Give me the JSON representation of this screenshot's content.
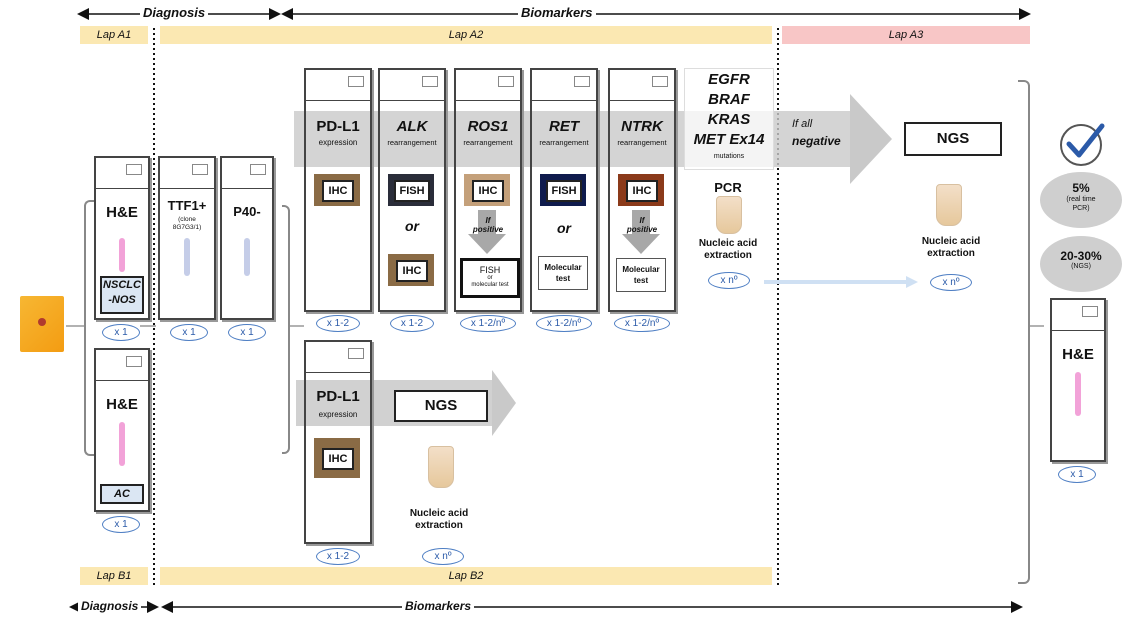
{
  "phases": {
    "top_diagnosis": "Diagnosis",
    "top_biomarkers": "Biomarkers",
    "bottom_diagnosis": "Diagnosis",
    "bottom_biomarkers": "Biomarkers"
  },
  "labs": {
    "a1": "Lap A1",
    "a2": "Lap A2",
    "a3": "Lap A3",
    "b1": "Lap B1",
    "b2": "Lap B2"
  },
  "diagnosis": {
    "slide1_title": "H&E",
    "slide1_box": "NSCLC\n-NOS",
    "slide1_count": "x 1",
    "slide2_title": "H&E",
    "slide2_box": "AC",
    "slide2_count": "x 1",
    "ttf1_title": "TTF1+",
    "ttf1_sub": "(clone\n8G7G3/1)",
    "ttf1_count": "x 1",
    "p40_title": "P40-",
    "p40_count": "x 1"
  },
  "biomarkers_a": {
    "pdl1_title": "PD-L1",
    "pdl1_sub": "expression",
    "pdl1_ihc": "IHC",
    "pdl1_count": "x 1-2",
    "alk_title": "ALK",
    "alk_sub": "rearrangement",
    "alk_fish": "FISH",
    "alk_or": "or",
    "alk_ihc": "IHC",
    "alk_count": "x 1-2",
    "ros1_title": "ROS1",
    "ros1_sub": "rearrangement",
    "ros1_ihc": "IHC",
    "ros1_if": "If\npositive",
    "ros1_fish": "FISH",
    "ros1_or_mol": "or\nmolecular test",
    "ros1_count": "x 1-2/nº",
    "ret_title": "RET",
    "ret_sub": "rearrangement",
    "ret_fish": "FISH",
    "ret_or": "or",
    "ret_mol": "Molecular\ntest",
    "ret_count": "x 1-2/nº",
    "ntrk_title": "NTRK",
    "ntrk_sub": "rearrangement",
    "ntrk_ihc": "IHC",
    "ntrk_if": "If\npositive",
    "ntrk_mol": "Molecular\ntest",
    "ntrk_count": "x 1-2/nº",
    "genes": [
      "EGFR",
      "BRAF",
      "KRAS",
      "MET Ex14"
    ],
    "mutations": "mutations",
    "pcr": "PCR",
    "nucleic": "Nucleic acid\nextraction",
    "pcr_count": "x nº",
    "if_all": "If all",
    "negative": "negative",
    "ngs": "NGS",
    "ngs_nucleic": "Nucleic acid\nextraction",
    "ngs_count": "x nº"
  },
  "biomarkers_b": {
    "pdl1_title": "PD-L1",
    "pdl1_sub": "expression",
    "pdl1_ihc": "IHC",
    "pdl1_count": "x 1-2",
    "ngs": "NGS",
    "nucleic": "Nucleic acid\nextraction",
    "nucleic_count": "x nº"
  },
  "results": {
    "pcr_pct": "5%",
    "pcr_note": "(real time\nPCR)",
    "ngs_pct": "20-30%",
    "ngs_note": "(NGS)",
    "final_title": "H&E",
    "final_count": "x 1"
  },
  "colors": {
    "lab_a": "#fbe8b2",
    "lab_a3": "#f8c6c6",
    "oval_blue": "#4f7fc4",
    "check_blue": "#2b5aa8"
  }
}
